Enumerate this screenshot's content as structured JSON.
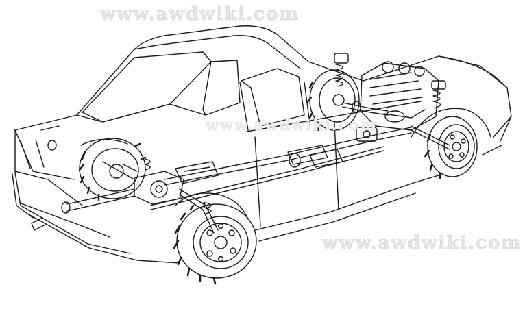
{
  "watermarks": {
    "top": "www.awdwiki.com",
    "middle": "www.awdwiki.com",
    "bottom": "www.awdwiki.com"
  },
  "badge": {
    "text": ""
  },
  "colors": {
    "ink": "#1a1a1a",
    "paper": "#ffffff",
    "watermark": "#e6e6e6"
  }
}
